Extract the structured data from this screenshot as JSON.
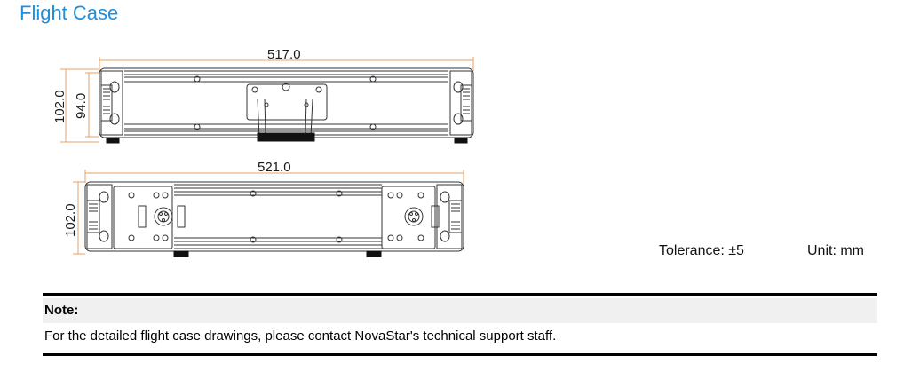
{
  "section": {
    "title": "Flight Case"
  },
  "drawing": {
    "top_view": {
      "width_label": "517.0",
      "outer_height_label": "102.0",
      "inner_height_label": "94.0"
    },
    "bottom_view": {
      "width_label": "521.0",
      "height_label": "102.0"
    },
    "line_color": "#333333",
    "dimension_color": "#e8a066"
  },
  "tolerance": {
    "label": "Tolerance:  ±5",
    "unit_label": "Unit:  mm"
  },
  "note": {
    "heading": "Note:",
    "text": "For the detailed flight case drawings, please contact NovaStar's technical support staff."
  }
}
